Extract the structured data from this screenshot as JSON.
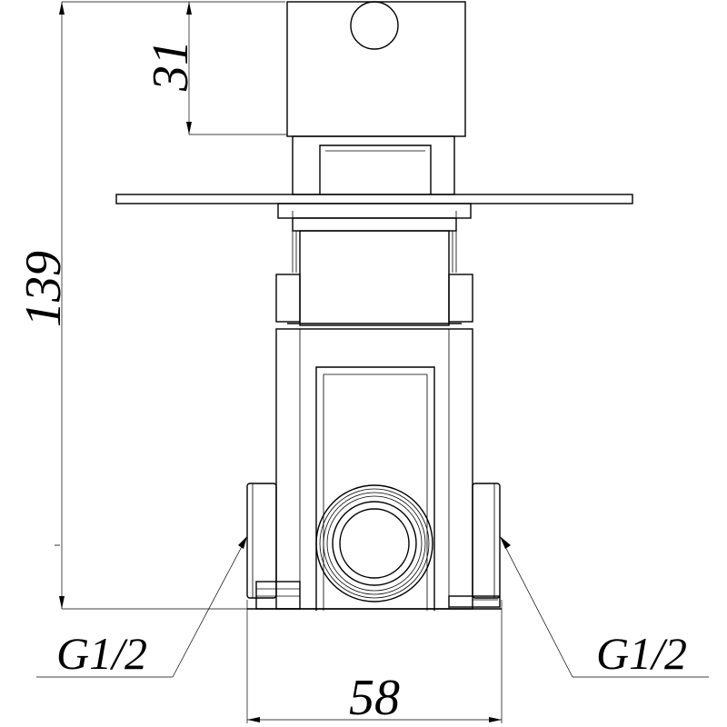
{
  "drawing": {
    "dimensions": {
      "total_height": "139",
      "top_block_height": "31",
      "body_width": "58"
    },
    "connections": {
      "left_label": "G1/2",
      "right_label": "G1/2"
    }
  }
}
